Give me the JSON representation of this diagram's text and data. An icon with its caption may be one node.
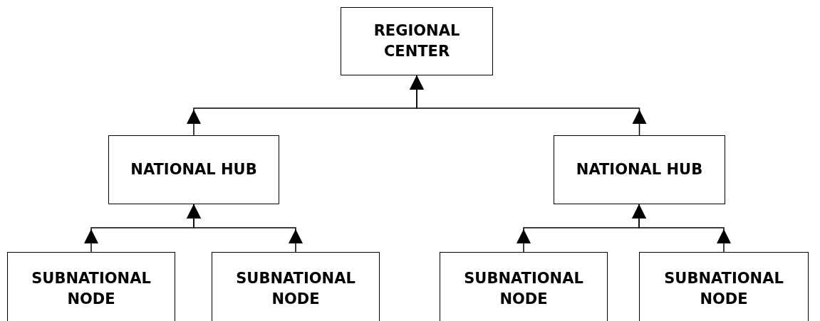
{
  "diagram": {
    "nodes": [
      {
        "text": [
          "REGIONAL CENTER"
        ]
      },
      {
        "text": [
          "NATIONAL HUB"
        ]
      },
      {
        "text": [
          "NATIONAL HUB"
        ]
      },
      {
        "text": [
          "SUBNATIONAL NODE"
        ]
      },
      {
        "text": [
          "SUBNATIONAL NODE"
        ]
      },
      {
        "text": [
          "SUBNATIONAL NODE"
        ]
      },
      {
        "text": [
          "SUBNATIONAL NODE"
        ]
      }
    ],
    "edges": [
      {
        "from": 1,
        "to": 0,
        "arrow": "to"
      },
      {
        "from": 2,
        "to": 0,
        "arrow": "to"
      },
      {
        "from": 3,
        "to": 1,
        "arrow": "to"
      },
      {
        "from": 4,
        "to": 1,
        "arrow": "to"
      },
      {
        "from": 5,
        "to": 2,
        "arrow": "to"
      },
      {
        "from": 6,
        "to": 2,
        "arrow": "to"
      }
    ]
  }
}
